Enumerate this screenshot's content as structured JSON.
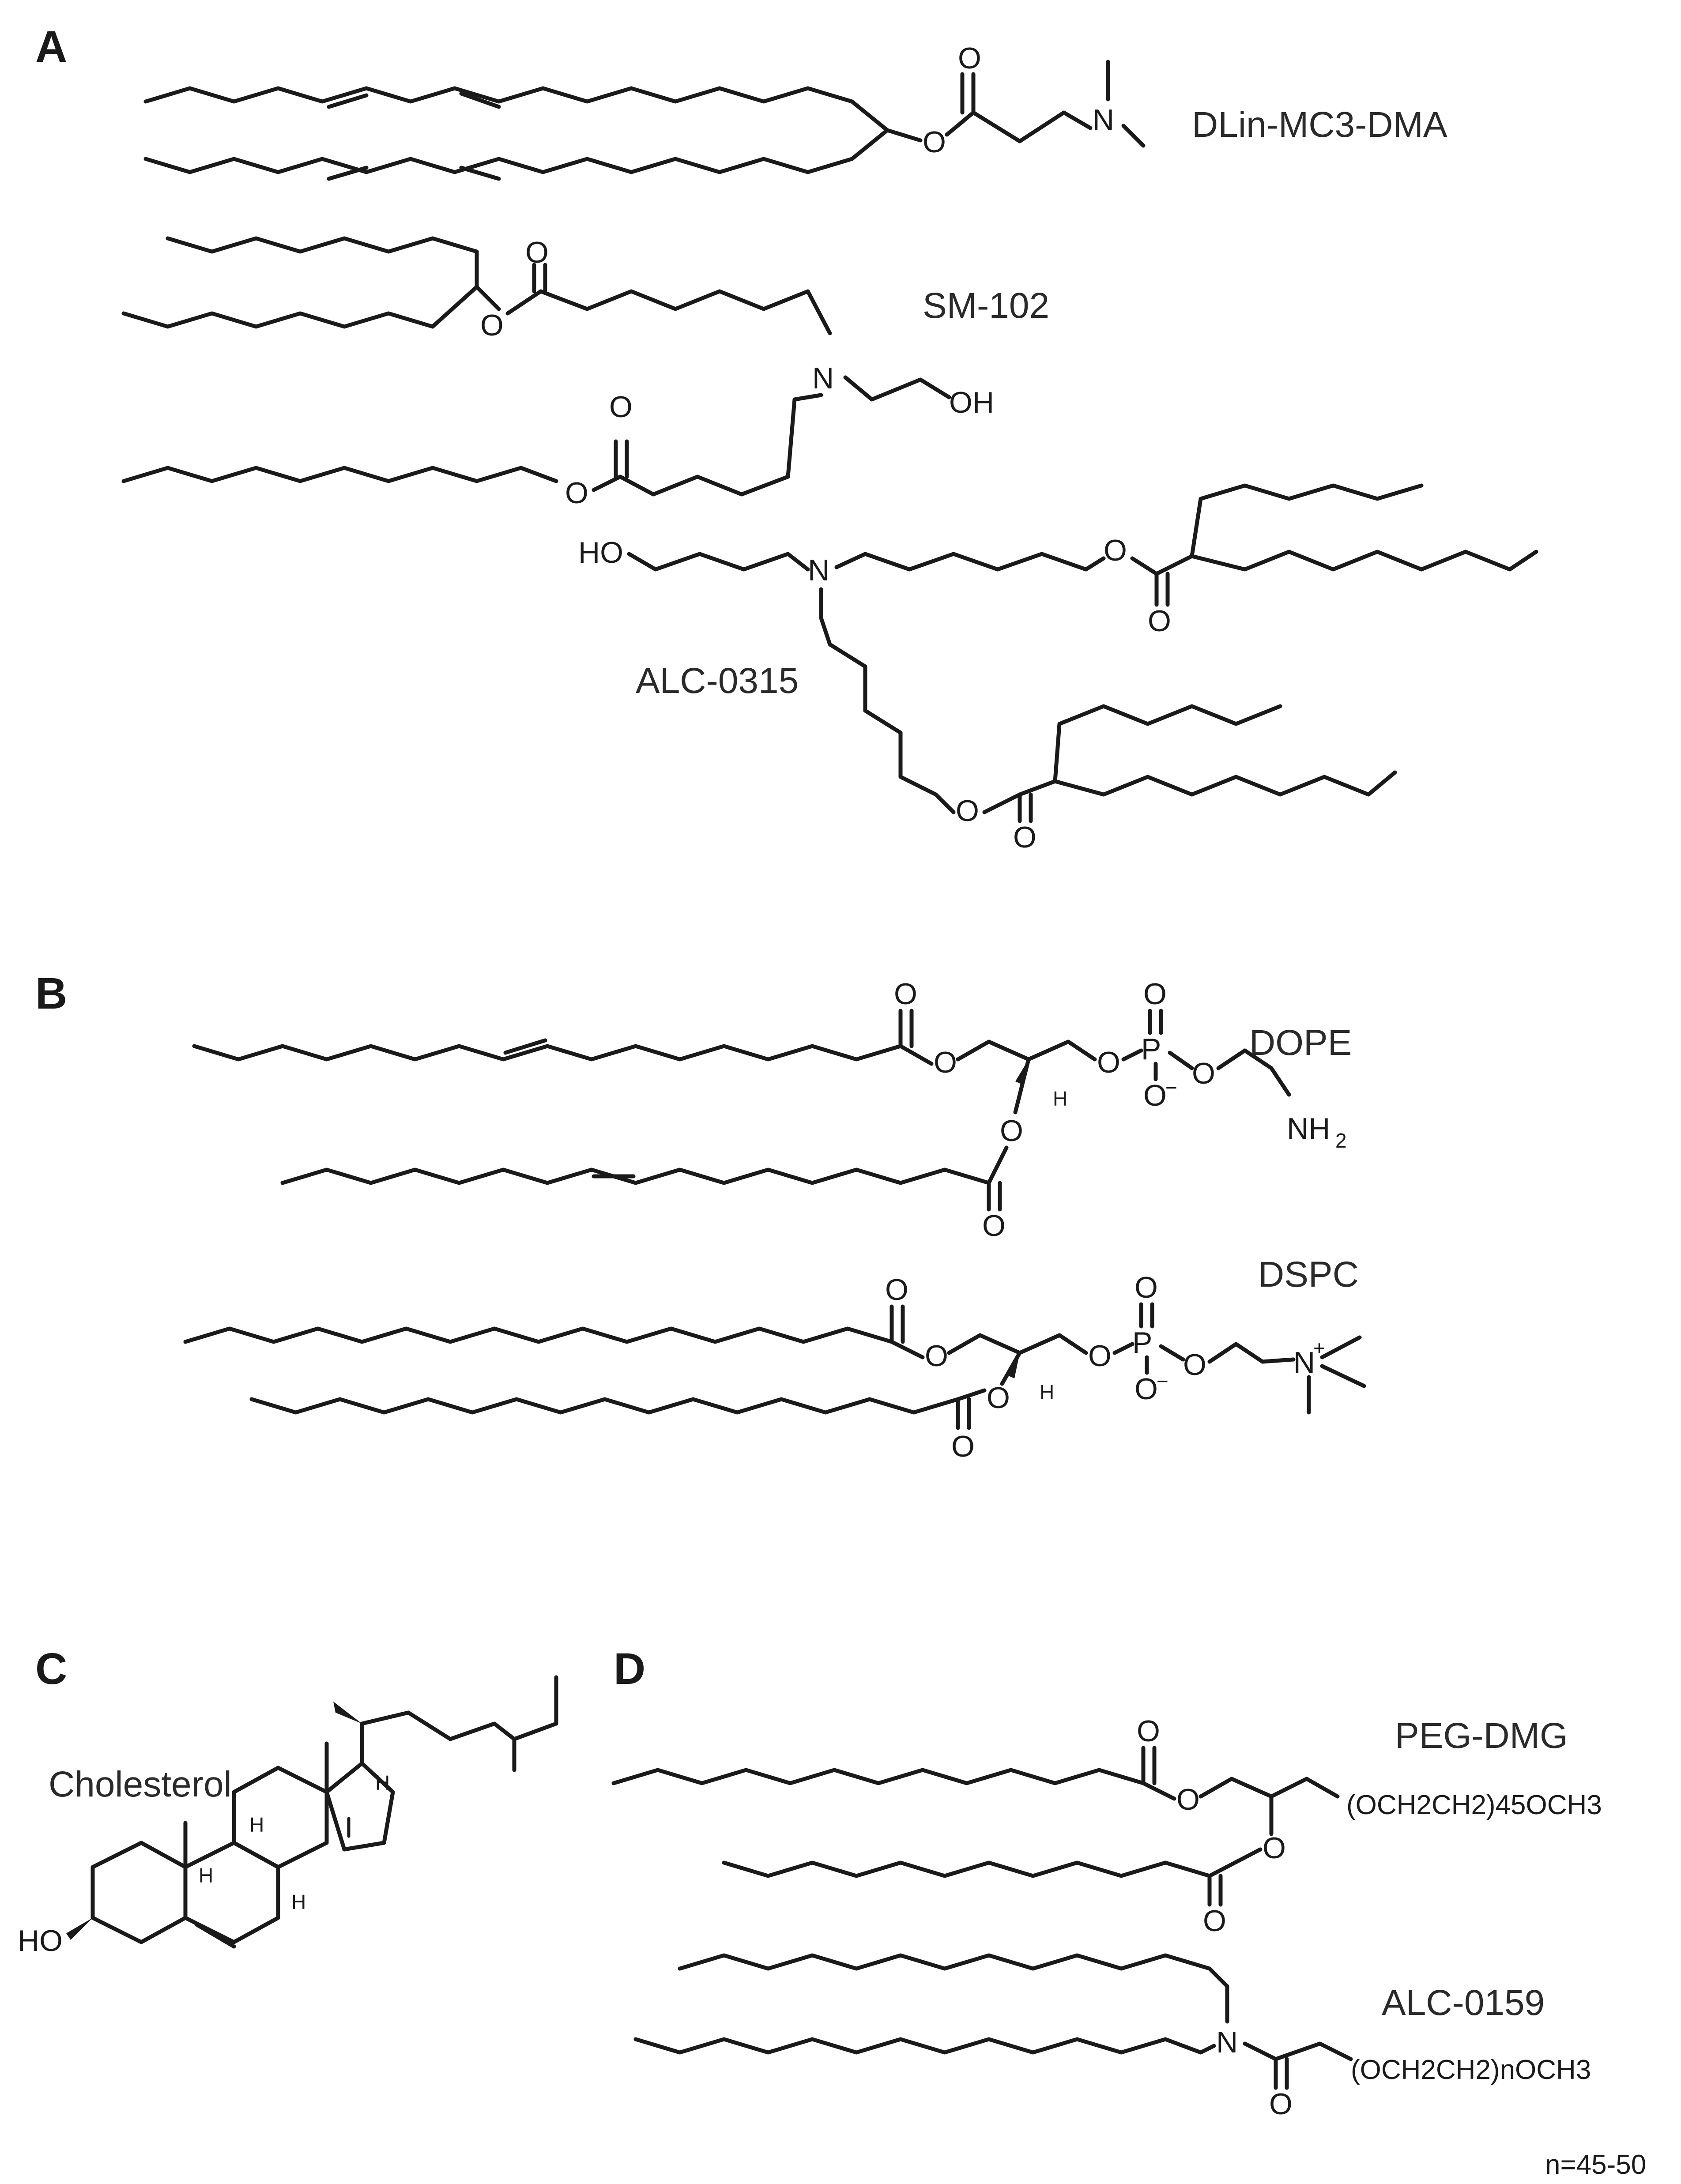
{
  "panels": {
    "a": "A",
    "b": "B",
    "c": "C",
    "d": "D"
  },
  "names": {
    "mc3": "DLin-MC3-DMA",
    "sm102": "SM-102",
    "alc0315": "ALC-0315",
    "dope": "DOPE",
    "dspc": "DSPC",
    "cholesterol": "Cholesterol",
    "pegdmg": "PEG-DMG",
    "alc0159": "ALC-0159"
  },
  "atoms": {
    "O": "O",
    "N": "N",
    "P": "P",
    "H": "H",
    "OH": "OH",
    "HO": "HO",
    "NH": "NH",
    "sub2": "2",
    "minus": "−",
    "plus": "+"
  },
  "peg_chain_1": "(OCH2CH2)45OCH3",
  "peg_chain_2": "(OCH2CH2)nOCH3",
  "footnote": "n=45-50"
}
